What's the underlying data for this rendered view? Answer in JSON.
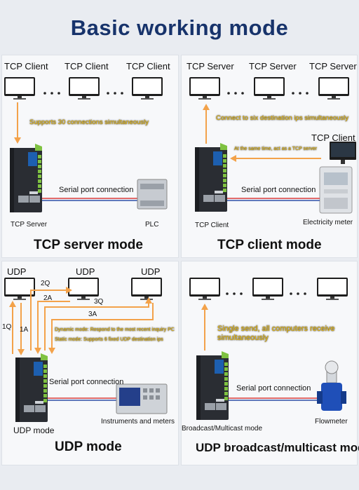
{
  "title": "Basic working mode",
  "server": {
    "clients": [
      "TCP Client",
      "TCP Client",
      "TCP Client"
    ],
    "note": "Supports 30 connections simultaneously",
    "serial": "Serial port connection",
    "device_label": "TCP Server",
    "plc_label": "PLC",
    "mode": "TCP server mode"
  },
  "client": {
    "servers": [
      "TCP Server",
      "TCP Server",
      "TCP Server"
    ],
    "note": "Connect to six destination ips simultaneously",
    "client_label": "TCP Client",
    "same_time": "At the same time, act as a TCP server",
    "serial": "Serial port connection",
    "device_label": "TCP Client",
    "meter_label": "Electricity meter",
    "mode": "TCP client mode"
  },
  "udp": {
    "nodes": [
      "UDP",
      "UDP",
      "UDP"
    ],
    "q_labels": [
      "1Q",
      "1A",
      "2Q",
      "2A",
      "3Q",
      "3A"
    ],
    "dynamic": "Dynamic mode: Respond to the  most recent inquiry PC",
    "static": "Static mode: Supports 6 fixed UDP destination ips",
    "serial": "Serial port connection",
    "device_label": "UDP mode",
    "instr_label": "Instruments and meters",
    "mode": "UDP mode"
  },
  "broadcast": {
    "note": "Single send, all computers receive simultaneously",
    "serial": "Serial port connection",
    "device_label": "Broadcast/Multicast mode",
    "flow_label": "Flowmeter",
    "mode": "UDP broadcast/multicast mode"
  },
  "colors": {
    "title": "#17336b",
    "arrow": "#f3a24a",
    "serial_red": "#d83a3a",
    "serial_blue": "#2f4fa8",
    "highlight": "#f4c20d"
  }
}
